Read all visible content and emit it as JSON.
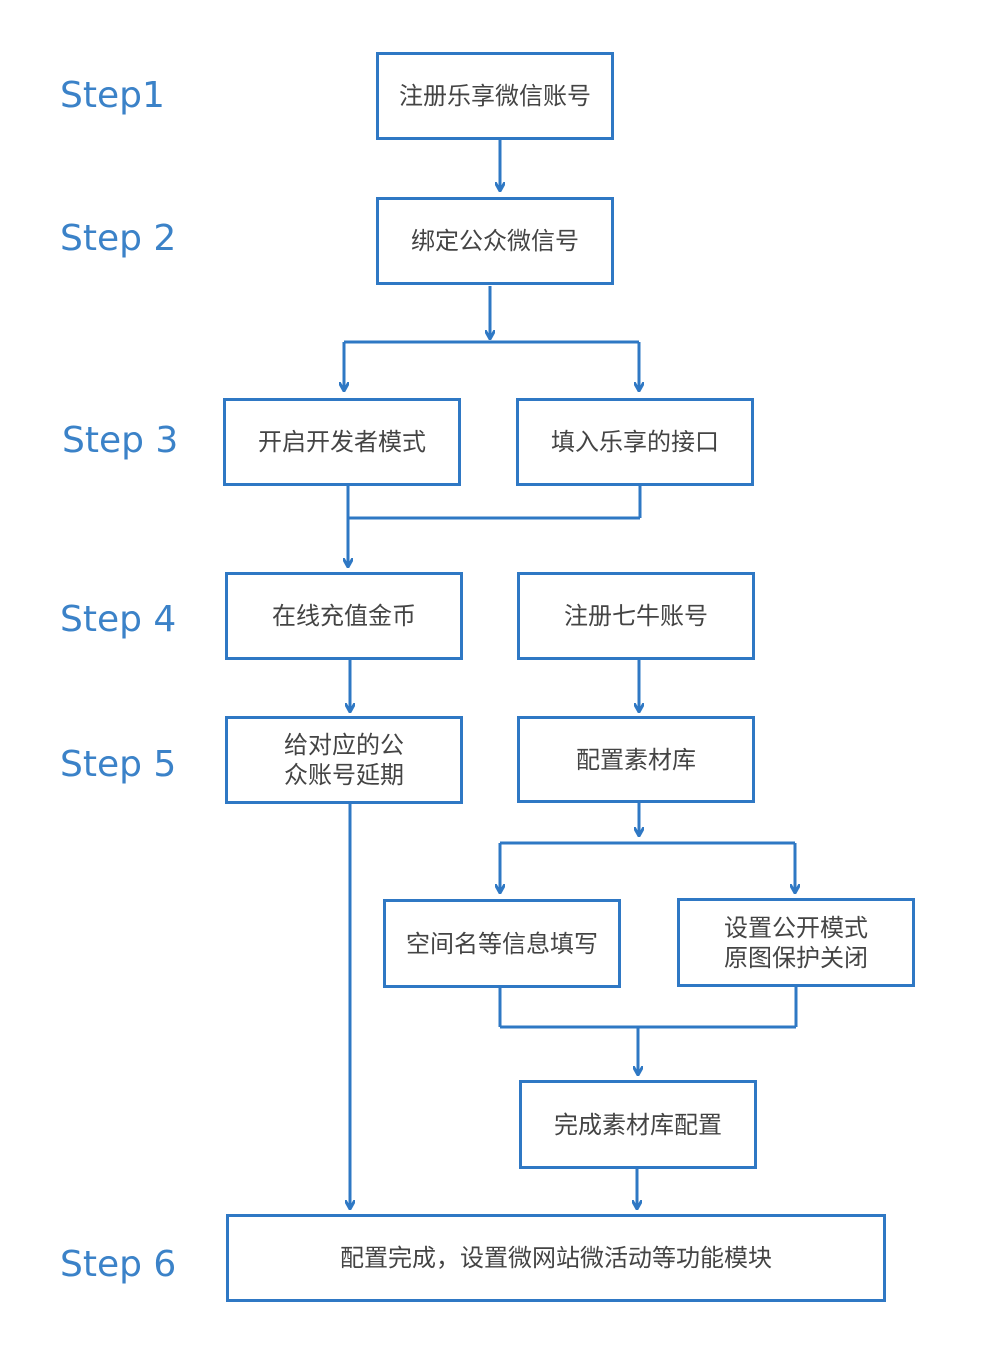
{
  "colors": {
    "stroke": "#2f78c4",
    "step_label": "#3b82c8",
    "box_text": "#444444",
    "background": "#ffffff"
  },
  "steps": [
    "Step1",
    "Step 2",
    "Step 3",
    "Step 4",
    "Step 5",
    "Step 6"
  ],
  "nodes": {
    "register_lexiang": "注册乐享微信账号",
    "bind_public_account": "绑定公众微信号",
    "enable_developer_mode": "开启开发者模式",
    "fill_lexiang_api": "填入乐享的接口",
    "recharge_coins": "在线充值金币",
    "register_qiniu": "注册七牛账号",
    "extend_public_account": "给对应的公\n众账号延期",
    "configure_media_library": "配置素材库",
    "fill_space_info": "空间名等信息填写",
    "set_public_mode": "设置公开模式\n原图保护关闭",
    "complete_media_config": "完成素材库配置",
    "final_setup": "配置完成，设置微网站微活动等功能模块"
  }
}
